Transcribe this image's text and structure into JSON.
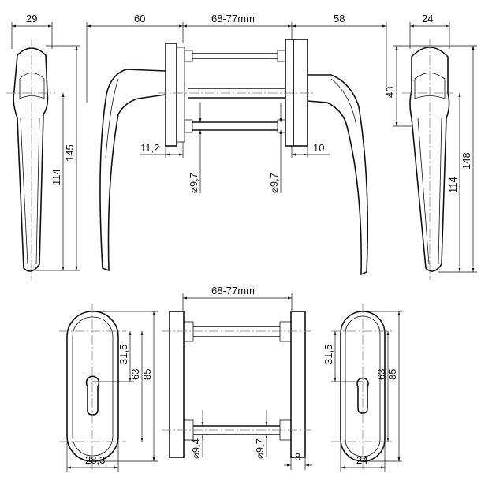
{
  "top": {
    "left_width": "29",
    "handle_offset": "60",
    "spindle_range": "68-77mm",
    "handle_offset_right": "58",
    "right_width": "24",
    "left_total_height": "145",
    "left_lever_height": "114",
    "rosette_depth_left": "11,2",
    "spindle_dia_left": "⌀9,7",
    "spindle_dia_right": "⌀9,7",
    "rosette_depth_right": "10",
    "right_neck_height": "43",
    "right_total_height": "148",
    "right_lever_height": "114"
  },
  "bottom": {
    "spindle_range": "68-77mm",
    "left_cyl_offset": "31,5",
    "left_screw_spacing": "63",
    "left_height": "85",
    "left_width": "28,3",
    "spindle_dia_left": "⌀9,4",
    "spindle_dia_right": "⌀9,7",
    "rosette_depth": "8",
    "right_cyl_offset": "31,5",
    "right_screw_spacing": "63",
    "right_height": "85",
    "right_width": "24"
  }
}
